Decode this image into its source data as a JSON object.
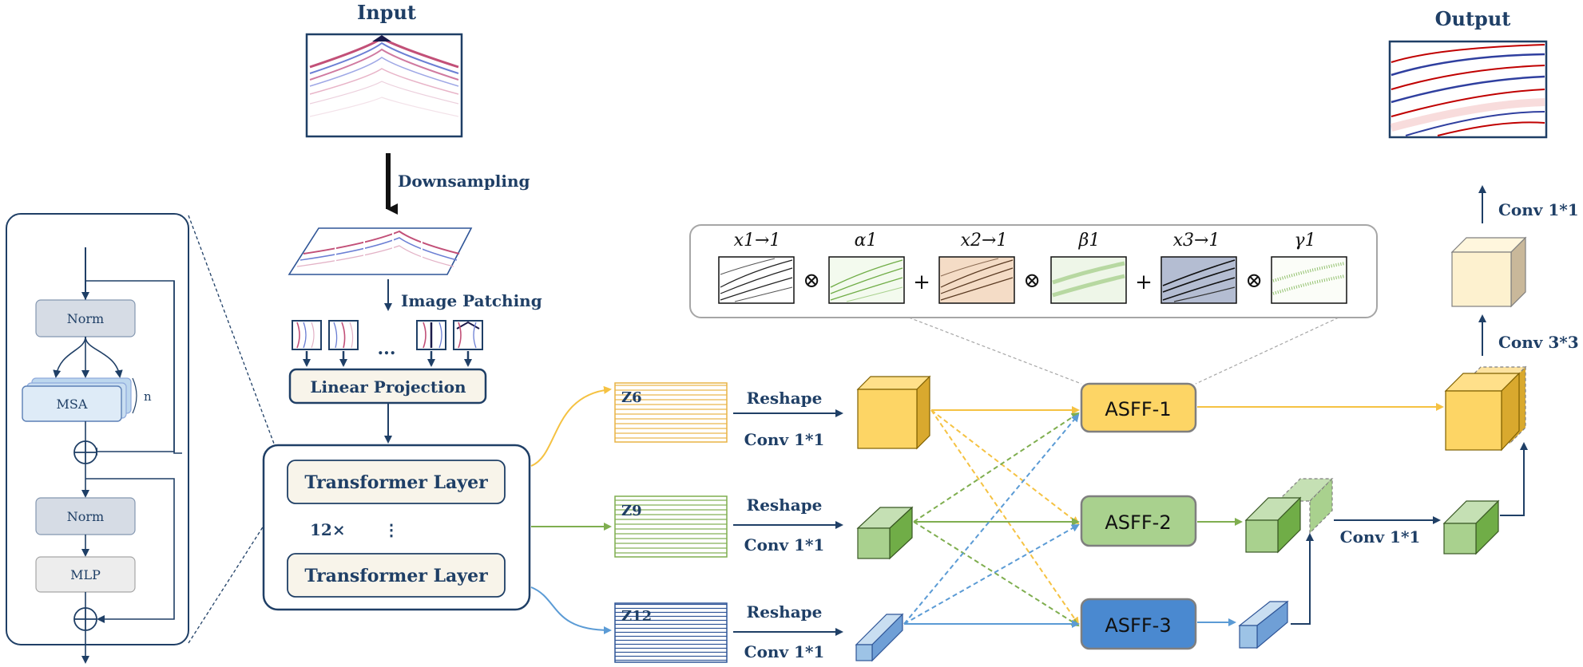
{
  "titles": {
    "input": "Input",
    "output": "Output"
  },
  "steps": {
    "downsampling": "Downsampling",
    "image_patching": "Image Patching",
    "linear_projection": "Linear Projection",
    "patch_ellipsis": "...",
    "transformer_layer": "Transformer Layer",
    "repeat": "12×",
    "vdots": "⋮"
  },
  "encoder_block": {
    "norm": "Norm",
    "msa": "MSA",
    "n": "n",
    "mlp": "MLP"
  },
  "tokens": {
    "z6": "Z6",
    "z9": "Z9",
    "z12": "Z12"
  },
  "ops": {
    "reshape": "Reshape",
    "conv11": "Conv 1*1",
    "conv33": "Conv 3*3"
  },
  "asff": {
    "a1": "ASFF-1",
    "a2": "ASFF-2",
    "a3": "ASFF-3"
  },
  "formula": {
    "x11": "x1→1",
    "alpha": "α1",
    "x21": "x2→1",
    "beta": "β1",
    "x31": "x3→1",
    "gamma": "γ1",
    "times": "⊗",
    "plus": "+"
  },
  "colors": {
    "navy": "#1f3f66",
    "yellow": "#f5c242",
    "yellow_fill": "#fdd565",
    "green": "#7fae4f",
    "green_fill": "#a9d18e",
    "blue": "#5b9bd5",
    "blue_fill": "#9dc3e6",
    "asff3_fill": "#4a89d0",
    "cream": "#fdf1cf"
  }
}
